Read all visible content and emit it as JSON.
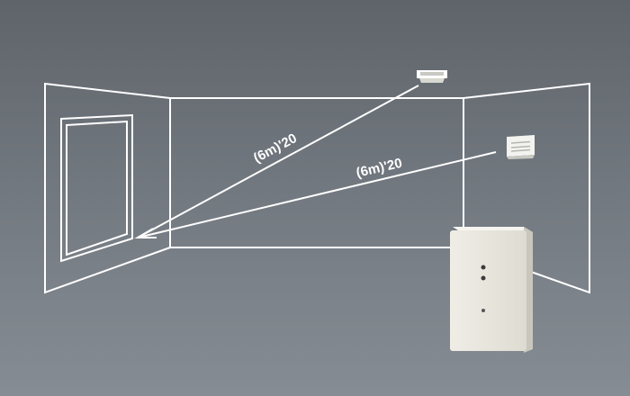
{
  "diagram": {
    "background_color": "#6b7177",
    "line_color": "#ffffff",
    "device_color": "#e8e6dd",
    "range_labels": {
      "ceiling_detector": "(6m)'20",
      "wall_detector": "(6m)'20"
    },
    "icons": {
      "ceiling_detector": "ceiling-smoke-detector-icon",
      "wall_detector": "wall-heat-detector-icon",
      "panel": "control-panel-box",
      "door": "door-outline"
    }
  }
}
